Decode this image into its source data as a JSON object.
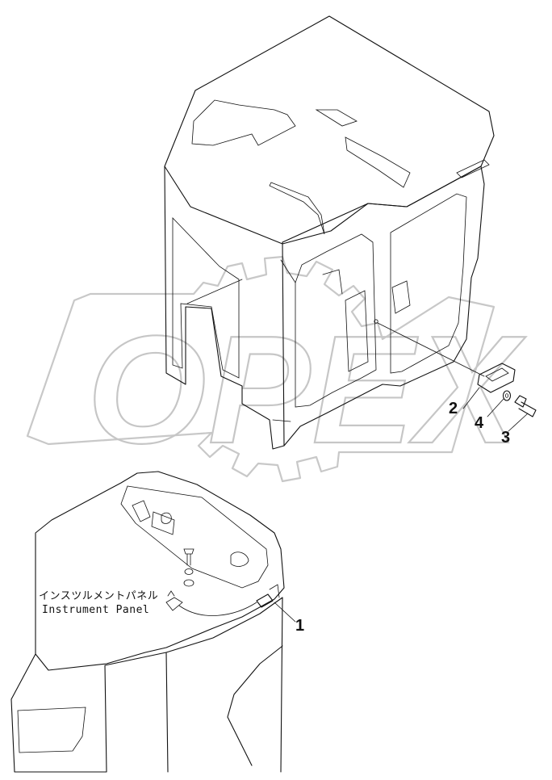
{
  "callouts": [
    {
      "id": "1",
      "label": "1"
    },
    {
      "id": "2",
      "label": "2"
    },
    {
      "id": "3",
      "label": "3"
    },
    {
      "id": "4",
      "label": "4"
    }
  ],
  "panel_label": {
    "japanese": "インスツルメントパネル",
    "english": "Instrument Panel"
  },
  "watermark": {
    "text": "OPEX"
  }
}
